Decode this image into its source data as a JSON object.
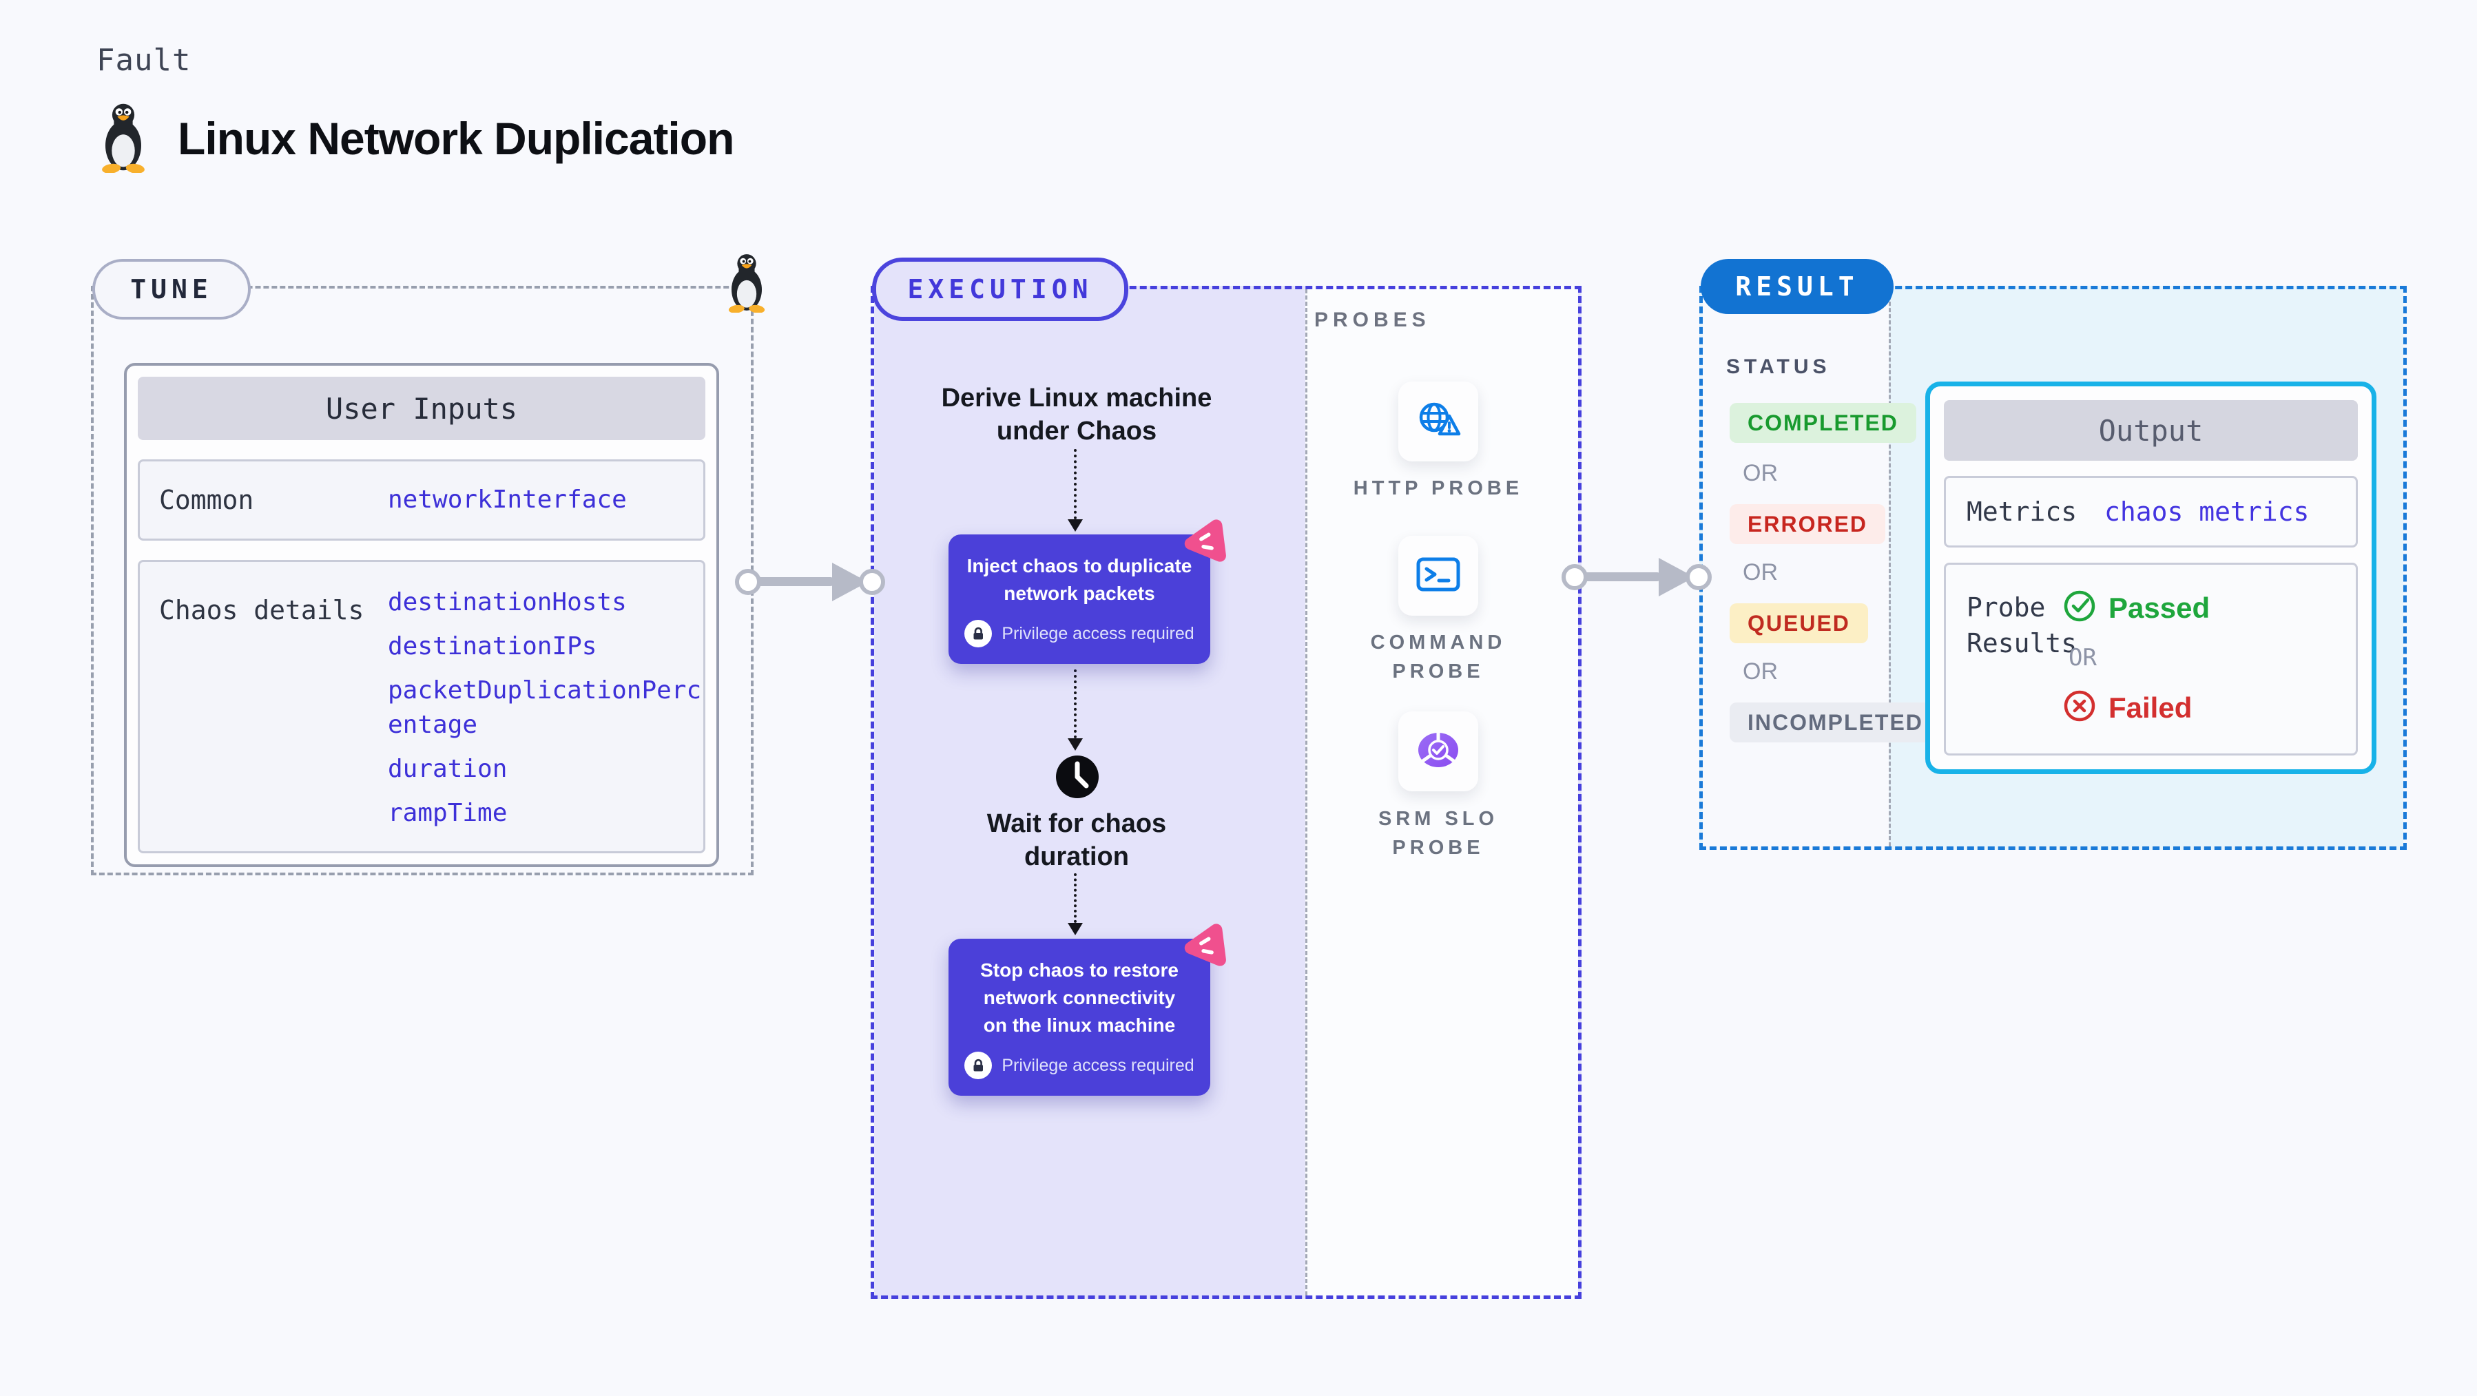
{
  "header": {
    "eyebrow": "Fault",
    "title": "Linux Network Duplication"
  },
  "tune": {
    "badge": "TUNE",
    "table": {
      "header": "User Inputs",
      "rows": [
        {
          "label": "Common",
          "links": [
            "networkInterface"
          ]
        },
        {
          "label": "Chaos details",
          "links": [
            "destinationHosts",
            "destinationIPs",
            "packetDuplicationPercentage",
            "duration",
            "rampTime"
          ]
        }
      ]
    }
  },
  "execution": {
    "badge": "EXECUTION",
    "derive": "Derive Linux machine under Chaos",
    "inject": "Inject chaos to duplicate network packets",
    "wait": "Wait for chaos duration",
    "stop": "Stop chaos to restore network connectivity on the linux machine",
    "privilege": "Privilege access required",
    "probes": {
      "label": "PROBES",
      "items": [
        "HTTP PROBE",
        "COMMAND PROBE",
        "SRM SLO PROBE"
      ]
    }
  },
  "result": {
    "badge": "RESULT",
    "status": {
      "label": "STATUS",
      "or": "OR",
      "badges": [
        "COMPLETED",
        "ERRORED",
        "QUEUED",
        "INCOMPLETED"
      ]
    },
    "output": {
      "header": "Output",
      "metrics_label": "Metrics",
      "metrics_value": "chaos metrics",
      "probe_label": "Probe Results",
      "passed": "Passed",
      "or": "OR",
      "failed": "Failed"
    }
  },
  "icons": {
    "penguin": "tux-penguin",
    "lock": "padlock",
    "clock": "clock",
    "http_probe": "globe-warning",
    "command_probe": "terminal",
    "srm_probe": "donut-check",
    "chaos_badge": "chaos-pink-triangle",
    "passed": "check-circle",
    "failed": "x-circle"
  },
  "colors": {
    "page_bg": "#f8f9fd",
    "accent_indigo": "#4b40d9",
    "execution_border": "#4640dd",
    "execution_bg": "#e4e3fa",
    "link": "#3d30d8",
    "result_blue": "#1273d2",
    "result_border": "#1a7ad8",
    "output_border": "#18b2e8",
    "output_bg": "#e7f4fb",
    "completed_fg": "#189a2e",
    "completed_bg": "#dcf2dd",
    "errored_fg": "#c7261f",
    "errored_bg": "#fdecea",
    "queued_fg": "#c02b20",
    "queued_bg": "#fcefc5",
    "incompleted_fg": "#636b7e",
    "incompleted_bg": "#eaecf2",
    "passed_green": "#1ea63c",
    "failed_red": "#d32f2f",
    "chaos_pink": "#f0508e",
    "arrow_gray": "#b6bac7"
  }
}
